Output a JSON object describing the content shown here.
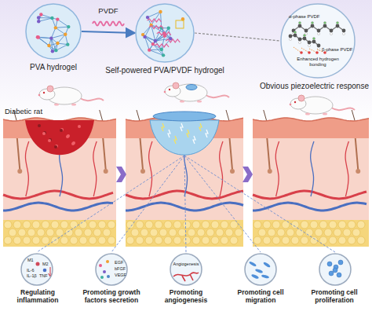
{
  "diagram": {
    "nodes": [
      {
        "text": [
          "PVA hydrogel"
        ]
      },
      {
        "text": [
          "Self-powered PVA/PVDF hydrogel"
        ]
      },
      {
        "text": [
          "Obvious piezoelectric response"
        ]
      },
      {
        "text": [
          "Regulating inflammation"
        ]
      },
      {
        "text": [
          "Promoting growth factors secretion"
        ]
      },
      {
        "text": [
          "Promoting angiogenesis"
        ]
      },
      {
        "text": [
          "Promoting cell migration"
        ]
      },
      {
        "text": [
          "Promoting cell proliferation"
        ]
      }
    ],
    "edges": [
      {
        "from": 0,
        "to": 1,
        "arrow": "to",
        "label": "PVDF"
      },
      {
        "from": 1,
        "to": 2,
        "arrow": "none"
      }
    ],
    "labels": [
      "Diabetic rat",
      "α-phase PVDF",
      "β-phase PVDF",
      "Enhanced hydrogen bonding",
      "M1",
      "M2",
      "IL-6",
      "IL-1β",
      "TNF",
      "EGF",
      "bFGF",
      "VEGF",
      "Angiogenesis"
    ]
  }
}
